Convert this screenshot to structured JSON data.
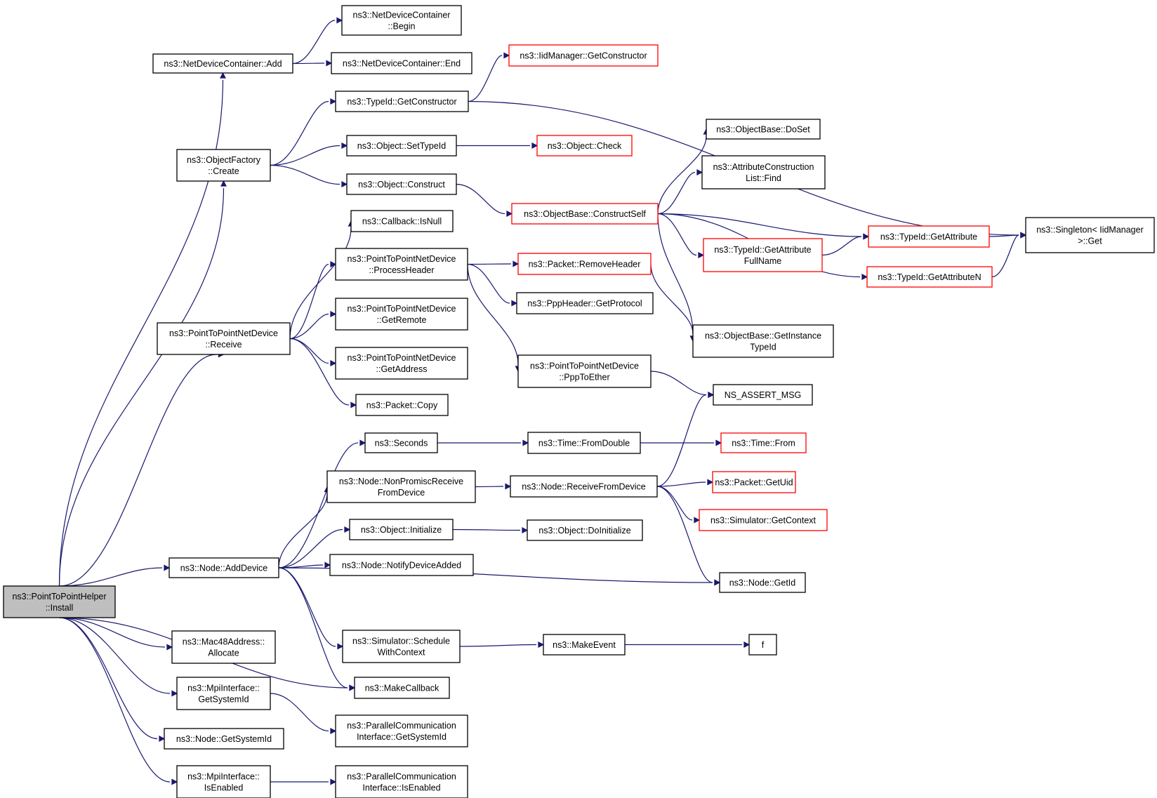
{
  "graph": {
    "root": "install",
    "colors": {
      "edge": "#191970",
      "node_border": "#000000",
      "external_border": "#ff0000",
      "root_fill": "#bfbfbf"
    },
    "nodes": [
      {
        "id": "install",
        "lines": [
          "ns3::PointToPointHelper",
          "::Install"
        ],
        "style": "root"
      },
      {
        "id": "ndc_add",
        "lines": [
          "ns3::NetDeviceContainer::Add"
        ],
        "style": "normal"
      },
      {
        "id": "ndc_begin",
        "lines": [
          "ns3::NetDeviceContainer",
          "::Begin"
        ],
        "style": "normal"
      },
      {
        "id": "ndc_end",
        "lines": [
          "ns3::NetDeviceContainer::End"
        ],
        "style": "normal"
      },
      {
        "id": "iid_getctor",
        "lines": [
          "ns3::IidManager::GetConstructor"
        ],
        "style": "red"
      },
      {
        "id": "typeid_getctor",
        "lines": [
          "ns3::TypeId::GetConstructor"
        ],
        "style": "normal"
      },
      {
        "id": "of_create",
        "lines": [
          "ns3::ObjectFactory",
          "::Create"
        ],
        "style": "normal"
      },
      {
        "id": "obj_settypeid",
        "lines": [
          "ns3::Object::SetTypeId"
        ],
        "style": "normal"
      },
      {
        "id": "obj_check",
        "lines": [
          "ns3::Object::Check"
        ],
        "style": "red"
      },
      {
        "id": "obj_construct",
        "lines": [
          "ns3::Object::Construct"
        ],
        "style": "normal"
      },
      {
        "id": "ob_doset",
        "lines": [
          "ns3::ObjectBase::DoSet"
        ],
        "style": "normal"
      },
      {
        "id": "acl_find",
        "lines": [
          "ns3::AttributeConstruction",
          "List::Find"
        ],
        "style": "normal"
      },
      {
        "id": "ob_constructself",
        "lines": [
          "ns3::ObjectBase::ConstructSelf"
        ],
        "style": "red"
      },
      {
        "id": "typeid_getattr",
        "lines": [
          "ns3::TypeId::GetAttribute"
        ],
        "style": "red"
      },
      {
        "id": "singleton_get",
        "lines": [
          "ns3::Singleton< IidManager",
          ">::Get"
        ],
        "style": "normal"
      },
      {
        "id": "typeid_getattrfull",
        "lines": [
          "ns3::TypeId::GetAttribute",
          "FullName"
        ],
        "style": "red"
      },
      {
        "id": "typeid_getattrn",
        "lines": [
          "ns3::TypeId::GetAttributeN"
        ],
        "style": "red"
      },
      {
        "id": "cb_isnull",
        "lines": [
          "ns3::Callback::IsNull"
        ],
        "style": "normal"
      },
      {
        "id": "p2p_processheader",
        "lines": [
          "ns3::PointToPointNetDevice",
          "::ProcessHeader"
        ],
        "style": "normal"
      },
      {
        "id": "pkt_removeheader",
        "lines": [
          "ns3::Packet::RemoveHeader"
        ],
        "style": "red"
      },
      {
        "id": "ppp_getprotocol",
        "lines": [
          "ns3::PppHeader::GetProtocol"
        ],
        "style": "normal"
      },
      {
        "id": "p2p_receive",
        "lines": [
          "ns3::PointToPointNetDevice",
          "::Receive"
        ],
        "style": "normal"
      },
      {
        "id": "p2p_getremote",
        "lines": [
          "ns3::PointToPointNetDevice",
          "::GetRemote"
        ],
        "style": "normal"
      },
      {
        "id": "ob_getinstancetypeid",
        "lines": [
          "ns3::ObjectBase::GetInstance",
          "TypeId"
        ],
        "style": "normal"
      },
      {
        "id": "p2p_getaddress",
        "lines": [
          "ns3::PointToPointNetDevice",
          "::GetAddress"
        ],
        "style": "normal"
      },
      {
        "id": "p2p_ppptoether",
        "lines": [
          "ns3::PointToPointNetDevice",
          "::PppToEther"
        ],
        "style": "normal"
      },
      {
        "id": "pkt_copy",
        "lines": [
          "ns3::Packet::Copy"
        ],
        "style": "normal"
      },
      {
        "id": "ns_assert_msg",
        "lines": [
          "NS_ASSERT_MSG"
        ],
        "style": "normal"
      },
      {
        "id": "seconds",
        "lines": [
          "ns3::Seconds"
        ],
        "style": "normal"
      },
      {
        "id": "time_fromdouble",
        "lines": [
          "ns3::Time::FromDouble"
        ],
        "style": "normal"
      },
      {
        "id": "time_from",
        "lines": [
          "ns3::Time::From"
        ],
        "style": "red"
      },
      {
        "id": "node_nonpromisc",
        "lines": [
          "ns3::Node::NonPromiscReceive",
          "FromDevice"
        ],
        "style": "normal"
      },
      {
        "id": "node_receivefromdevice",
        "lines": [
          "ns3::Node::ReceiveFromDevice"
        ],
        "style": "normal"
      },
      {
        "id": "pkt_getuid",
        "lines": [
          "ns3::Packet::GetUid"
        ],
        "style": "red"
      },
      {
        "id": "sim_getcontext",
        "lines": [
          "ns3::Simulator::GetContext"
        ],
        "style": "red"
      },
      {
        "id": "obj_initialize",
        "lines": [
          "ns3::Object::Initialize"
        ],
        "style": "normal"
      },
      {
        "id": "obj_doinitialize",
        "lines": [
          "ns3::Object::DoInitialize"
        ],
        "style": "normal"
      },
      {
        "id": "node_adddevice",
        "lines": [
          "ns3::Node::AddDevice"
        ],
        "style": "normal"
      },
      {
        "id": "node_notifydeviceadded",
        "lines": [
          "ns3::Node::NotifyDeviceAdded"
        ],
        "style": "normal"
      },
      {
        "id": "node_getid",
        "lines": [
          "ns3::Node::GetId"
        ],
        "style": "normal"
      },
      {
        "id": "sim_schedulewithcontext",
        "lines": [
          "ns3::Simulator::Schedule",
          "WithContext"
        ],
        "style": "normal"
      },
      {
        "id": "makeevent",
        "lines": [
          "ns3::MakeEvent"
        ],
        "style": "normal"
      },
      {
        "id": "f",
        "lines": [
          "f"
        ],
        "style": "normal"
      },
      {
        "id": "mac48_allocate",
        "lines": [
          "ns3::Mac48Address::",
          "Allocate"
        ],
        "style": "normal"
      },
      {
        "id": "makecallback",
        "lines": [
          "ns3::MakeCallback"
        ],
        "style": "normal"
      },
      {
        "id": "mpi_getsystemid",
        "lines": [
          "ns3::MpiInterface::",
          "GetSystemId"
        ],
        "style": "normal"
      },
      {
        "id": "pci_getsystemid",
        "lines": [
          "ns3::ParallelCommunication",
          "Interface::GetSystemId"
        ],
        "style": "normal"
      },
      {
        "id": "node_getsystemid",
        "lines": [
          "ns3::Node::GetSystemId"
        ],
        "style": "normal"
      },
      {
        "id": "mpi_isenabled",
        "lines": [
          "ns3::MpiInterface::",
          "IsEnabled"
        ],
        "style": "normal"
      },
      {
        "id": "pci_isenabled",
        "lines": [
          "ns3::ParallelCommunication",
          "Interface::IsEnabled"
        ],
        "style": "normal"
      }
    ],
    "edges": [
      [
        "install",
        "ndc_add"
      ],
      [
        "install",
        "of_create"
      ],
      [
        "install",
        "p2p_receive"
      ],
      [
        "install",
        "node_adddevice"
      ],
      [
        "install",
        "mac48_allocate"
      ],
      [
        "install",
        "makecallback"
      ],
      [
        "install",
        "mpi_getsystemid"
      ],
      [
        "install",
        "node_getsystemid"
      ],
      [
        "install",
        "mpi_isenabled"
      ],
      [
        "ndc_add",
        "ndc_begin"
      ],
      [
        "ndc_add",
        "ndc_end"
      ],
      [
        "typeid_getctor",
        "iid_getctor"
      ],
      [
        "typeid_getctor",
        "singleton_get"
      ],
      [
        "of_create",
        "typeid_getctor"
      ],
      [
        "of_create",
        "obj_settypeid"
      ],
      [
        "of_create",
        "obj_construct"
      ],
      [
        "obj_settypeid",
        "obj_check"
      ],
      [
        "obj_construct",
        "ob_constructself"
      ],
      [
        "ob_constructself",
        "ob_doset"
      ],
      [
        "ob_constructself",
        "acl_find"
      ],
      [
        "ob_constructself",
        "typeid_getattr"
      ],
      [
        "ob_constructself",
        "typeid_getattrfull"
      ],
      [
        "ob_constructself",
        "typeid_getattrn"
      ],
      [
        "ob_constructself",
        "ob_getinstancetypeid"
      ],
      [
        "typeid_getattr",
        "singleton_get"
      ],
      [
        "typeid_getattrfull",
        "typeid_getattr"
      ],
      [
        "typeid_getattrn",
        "singleton_get"
      ],
      [
        "p2p_receive",
        "cb_isnull"
      ],
      [
        "p2p_receive",
        "p2p_processheader"
      ],
      [
        "p2p_receive",
        "p2p_getremote"
      ],
      [
        "p2p_receive",
        "p2p_getaddress"
      ],
      [
        "p2p_receive",
        "pkt_copy"
      ],
      [
        "p2p_processheader",
        "pkt_removeheader"
      ],
      [
        "p2p_processheader",
        "ppp_getprotocol"
      ],
      [
        "p2p_processheader",
        "p2p_ppptoether"
      ],
      [
        "pkt_removeheader",
        "ob_getinstancetypeid"
      ],
      [
        "p2p_ppptoether",
        "ns_assert_msg"
      ],
      [
        "node_adddevice",
        "seconds"
      ],
      [
        "node_adddevice",
        "node_nonpromisc"
      ],
      [
        "node_adddevice",
        "obj_initialize"
      ],
      [
        "node_adddevice",
        "node_notifydeviceadded"
      ],
      [
        "node_adddevice",
        "node_getid"
      ],
      [
        "node_adddevice",
        "sim_schedulewithcontext"
      ],
      [
        "node_adddevice",
        "makecallback"
      ],
      [
        "seconds",
        "time_fromdouble"
      ],
      [
        "time_fromdouble",
        "time_from"
      ],
      [
        "node_nonpromisc",
        "node_receivefromdevice"
      ],
      [
        "node_receivefromdevice",
        "ns_assert_msg"
      ],
      [
        "node_receivefromdevice",
        "pkt_getuid"
      ],
      [
        "node_receivefromdevice",
        "sim_getcontext"
      ],
      [
        "node_receivefromdevice",
        "node_getid"
      ],
      [
        "obj_initialize",
        "obj_doinitialize"
      ],
      [
        "sim_schedulewithcontext",
        "makeevent"
      ],
      [
        "makeevent",
        "f"
      ],
      [
        "mpi_getsystemid",
        "pci_getsystemid"
      ],
      [
        "mpi_isenabled",
        "pci_isenabled"
      ]
    ]
  }
}
